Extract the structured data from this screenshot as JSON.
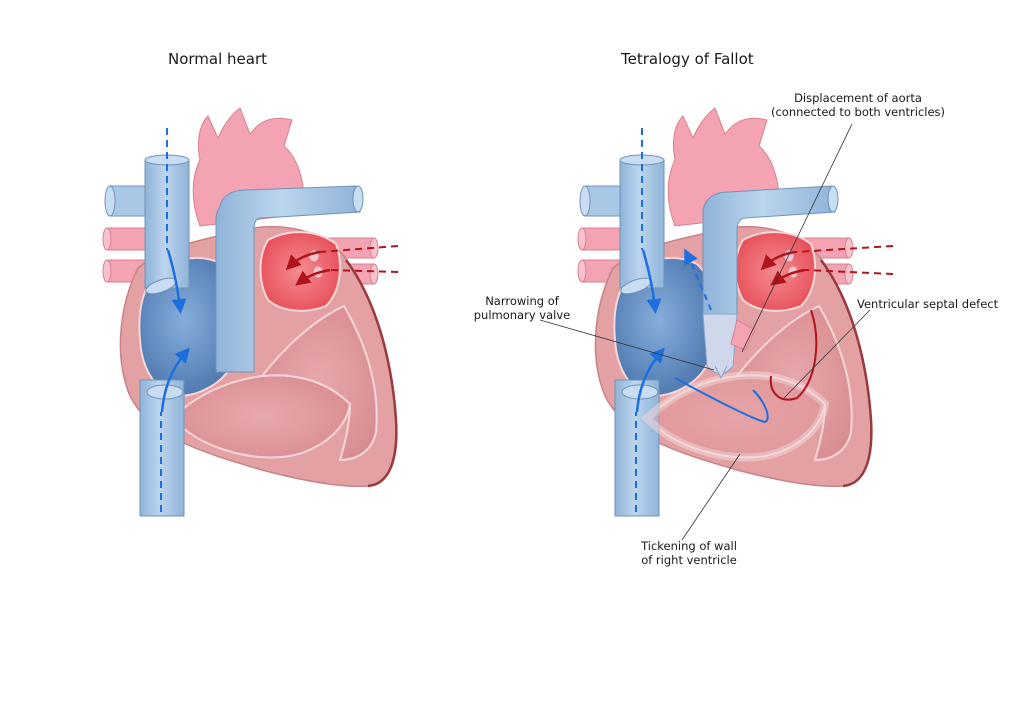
{
  "titles": {
    "normal": "Normal heart",
    "fallot": "Tetralogy of Fallot"
  },
  "labels": {
    "aorta_line1": "Displacement of aorta",
    "aorta_line2": "(connected to both ventricles)",
    "pulmonary_line1": "Narrowing of",
    "pulmonary_line2": "pulmonary valve",
    "septal": "Ventricular septal defect",
    "wall_line1": "Tickening of wall",
    "wall_line2": "of right ventricle"
  },
  "colors": {
    "blue_vessel": "#a9c8e6",
    "blue_outline": "#6f93b8",
    "pink_vessel": "#f3a3b2",
    "heart_wall": "#e3a1a3",
    "chamber_blue": "#5b86bd",
    "chamber_red": "#ee5a63",
    "arrow_blue": "#1d6fe0",
    "arrow_red": "#b0141c"
  }
}
